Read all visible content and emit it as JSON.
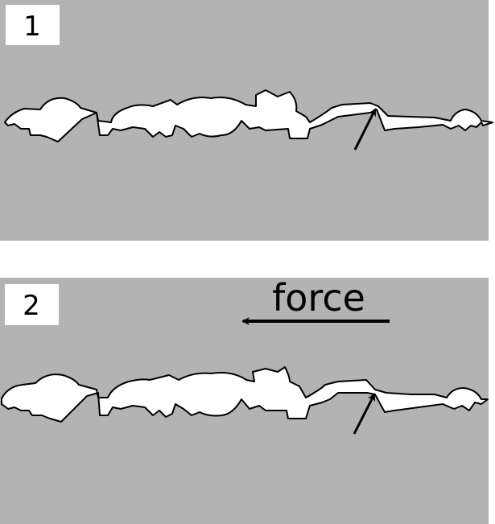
{
  "panels": [
    {
      "label": "1"
    },
    {
      "label": "2",
      "arrow_label": "force"
    }
  ],
  "colors": {
    "solid": "#b3b3b3",
    "gap": "#ffffff",
    "outline": "#000000"
  }
}
